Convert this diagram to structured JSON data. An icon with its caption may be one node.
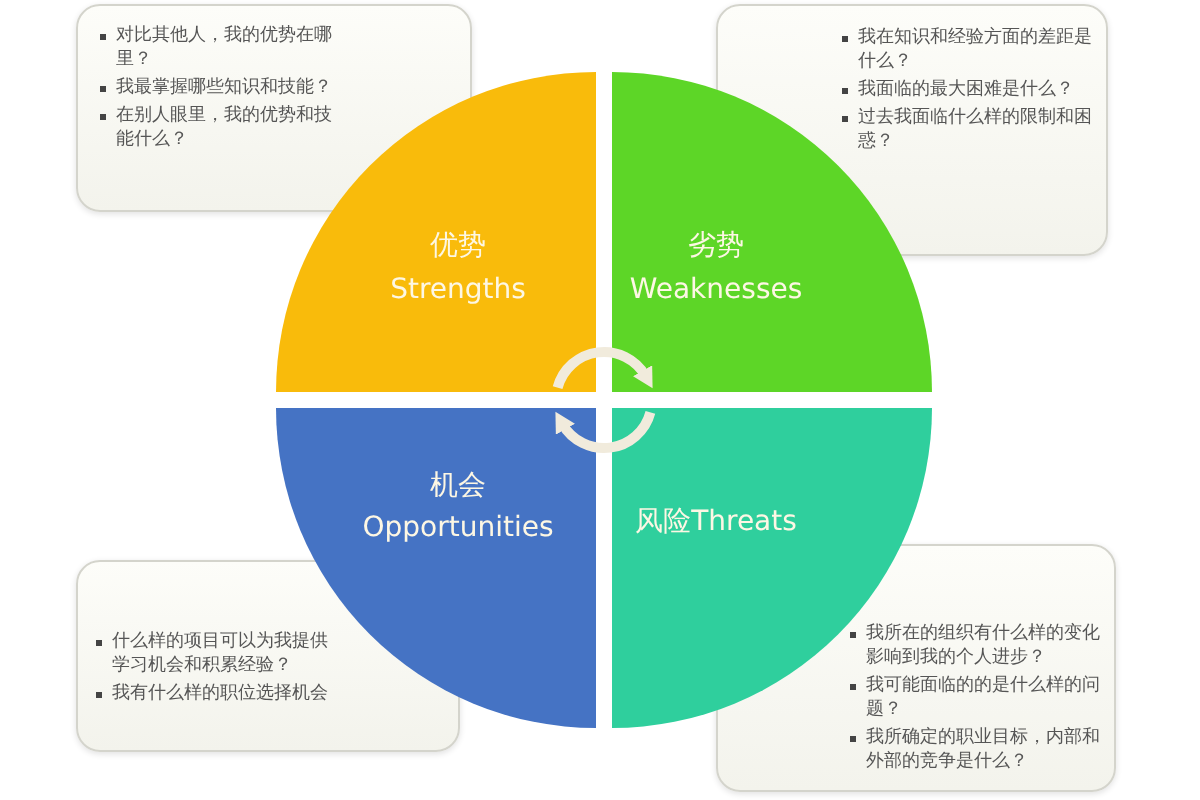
{
  "diagram": {
    "nodes": [
      {
        "text": [
          "对比其他人，我的优势在哪里？",
          "我最掌握哪些知识和技能？",
          "在别人眼里，我的优势和技能什么？"
        ]
      },
      {
        "text": [
          "我在知识和经验方面的差距是什么？",
          "我面临的最大困难是什么？",
          "过去我面临什么样的限制和困惑？"
        ]
      },
      {
        "text": [
          "优势",
          "Strengths"
        ]
      },
      {
        "text": [
          "劣势",
          "Weaknesses"
        ]
      },
      {
        "text": [
          "机会",
          "Opportunities"
        ]
      },
      {
        "text": [
          "风险Threats"
        ]
      },
      {
        "text": [
          "什么样的项目可以为我提供学习机会和积累经验？",
          "我有什么样的职位选择机会"
        ]
      },
      {
        "text": [
          "我所在的组织有什么样的变化影响到我的个人进步？",
          "我可能面临的的是什么样的问题？",
          "我所确定的职业目标，内部和外部的竞争是什么？"
        ]
      }
    ],
    "edges": [
      {
        "from": 2,
        "to": 3,
        "arrow": "to"
      },
      {
        "from": 5,
        "to": 4,
        "arrow": "to"
      }
    ]
  }
}
